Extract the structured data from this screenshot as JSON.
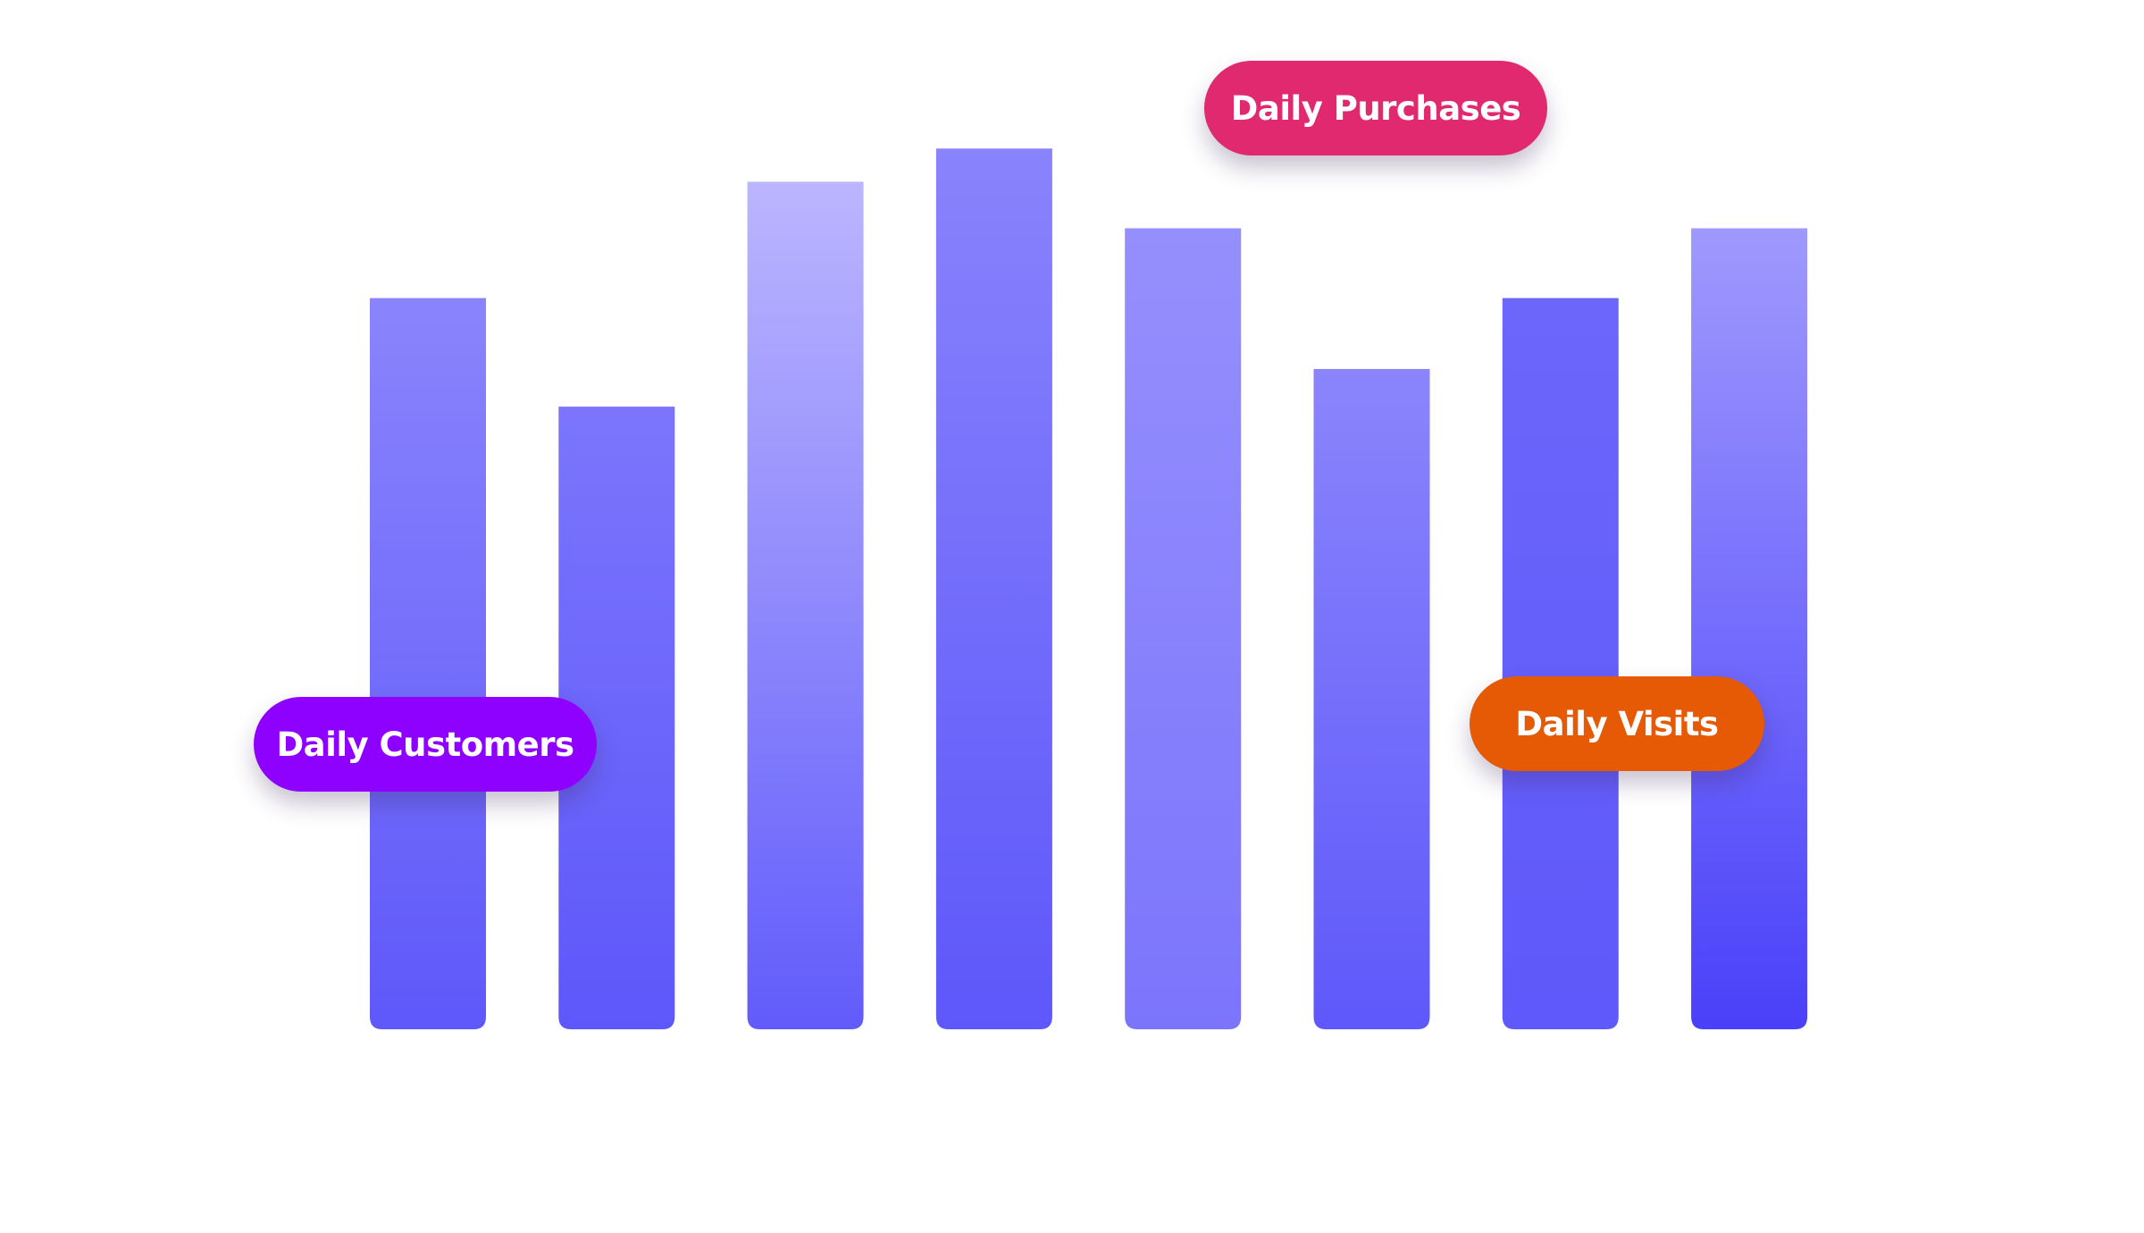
{
  "chart_data": {
    "type": "bar",
    "categories": [
      "",
      "",
      "",
      "",
      "",
      "",
      "",
      ""
    ],
    "values": [
      660,
      562,
      765,
      795,
      723,
      596,
      660,
      723
    ],
    "ylim": [
      0,
      800
    ],
    "grid": false,
    "bar_colors": [
      {
        "top": "#8A84FC",
        "bottom": "#5F58FA"
      },
      {
        "top": "#7C75FC",
        "bottom": "#5E57FA"
      },
      {
        "top": "#BBB6FE",
        "bottom": "#625BFB"
      },
      {
        "top": "#8983FC",
        "bottom": "#5E57FA"
      },
      {
        "top": "#958FFD",
        "bottom": "#7C75FC"
      },
      {
        "top": "#8B85FC",
        "bottom": "#5F58FA"
      },
      {
        "top": "#6C66FB",
        "bottom": "#5F58FA"
      },
      {
        "top": "#9F99FD",
        "bottom": "#4A40FA"
      }
    ]
  },
  "labels": {
    "customers": {
      "text": "Daily Customers",
      "color": "#8E00FF"
    },
    "purchases": {
      "text": "Daily Purchases",
      "color": "#E0296E"
    },
    "visits": {
      "text": "Daily Visits",
      "color": "#E65A05"
    }
  }
}
